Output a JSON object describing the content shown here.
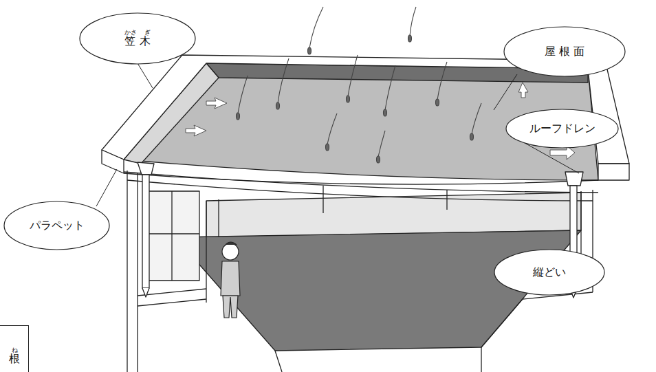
{
  "diagram": {
    "nodes": [
      {
        "text": [
          "かさ　 ぎ",
          "笠 木"
        ]
      },
      {
        "text": [
          "屋 根 面"
        ]
      },
      {
        "text": [
          "ルーフドレン"
        ]
      },
      {
        "text": [
          "パラペット"
        ]
      },
      {
        "text": [
          "縦どい"
        ]
      },
      {
        "text": [
          "ね",
          "根"
        ]
      }
    ]
  }
}
